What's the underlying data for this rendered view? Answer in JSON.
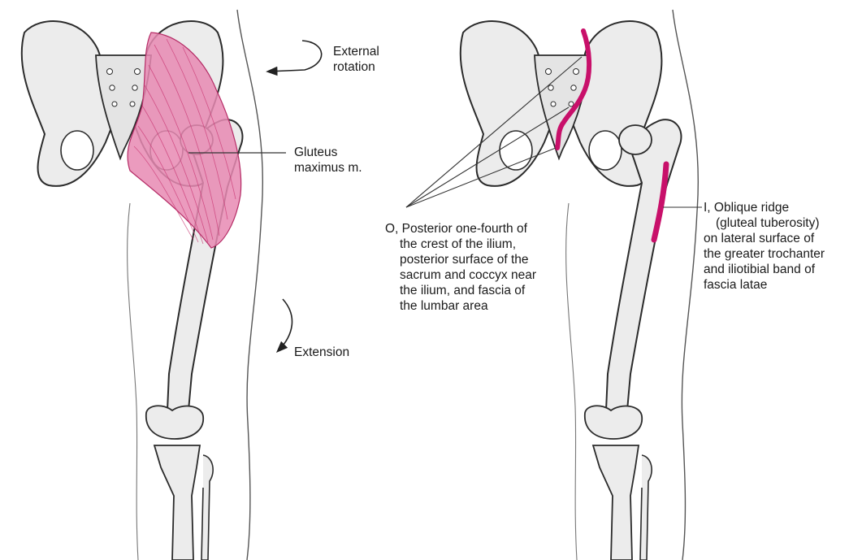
{
  "colors": {
    "bone_fill": "#ececec",
    "bone_stroke": "#2b2b2b",
    "bone_shade": "#c9c9c9",
    "muscle_fill": "#e78ab3",
    "muscle_fiber": "#c8326f",
    "attachment": "#c8106a",
    "text": "#1a1a1a",
    "leader": "#333333"
  },
  "left_panel": {
    "movement_external": [
      "External",
      "rotation"
    ],
    "muscle_label": [
      "Gluteus",
      "maximus m."
    ],
    "movement_extension": "Extension",
    "icons": [
      "curved-arrow-external-rotation-icon",
      "curved-arrow-extension-icon"
    ]
  },
  "right_panel": {
    "origin_label": [
      "O, Posterior one-fourth of",
      "the crest of the ilium,",
      "posterior surface of the",
      "sacrum and coccyx near",
      "the ilium, and fascia of",
      "the lumbar area"
    ],
    "insertion_label": [
      "I, Oblique ridge",
      "(gluteal tuberosity)",
      "on lateral surface of",
      "the greater trochanter",
      "and iliotibial band of",
      "fascia latae"
    ]
  }
}
